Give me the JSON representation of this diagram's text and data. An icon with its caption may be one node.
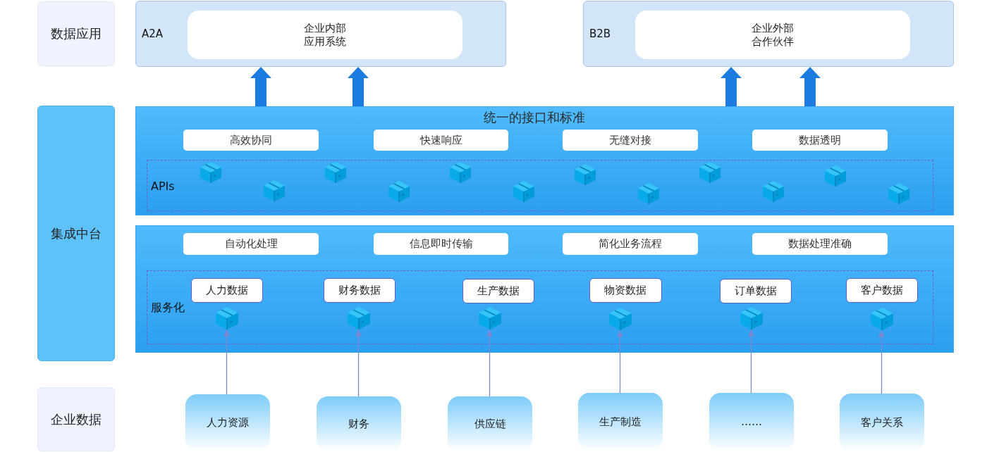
{
  "diagram": {
    "nodes": [
      {
        "text": [
          "数据应用"
        ]
      },
      {
        "text": [
          "A2A"
        ]
      },
      {
        "text": [
          "企业内部应用系统"
        ],
        "in": 1
      },
      {
        "text": [
          "B2B"
        ]
      },
      {
        "text": [
          "企业外部合作伙伴"
        ],
        "in": 3
      },
      {
        "text": [
          "集成中台"
        ]
      },
      {
        "text": [
          "统一的接口和标准"
        ]
      },
      {
        "text": [
          "高效协同"
        ],
        "in": 6
      },
      {
        "text": [
          "快速响应"
        ],
        "in": 6
      },
      {
        "text": [
          "无缝对接"
        ],
        "in": 6
      },
      {
        "text": [
          "数据透明"
        ],
        "in": 6
      },
      {
        "text": [
          "APIs"
        ],
        "in": 6
      },
      {
        "text": [],
        "shape": "box"
      },
      {
        "text": [
          "自动化处理"
        ],
        "in": 12
      },
      {
        "text": [
          "信息即时传输"
        ],
        "in": 12
      },
      {
        "text": [
          "简化业务流程"
        ],
        "in": 12
      },
      {
        "text": [
          "数据处理准确"
        ],
        "in": 12
      },
      {
        "text": [
          "服务化"
        ],
        "in": 12
      },
      {
        "text": [
          "人力数据"
        ],
        "in": 17
      },
      {
        "text": [
          "财务数据"
        ],
        "in": 17
      },
      {
        "text": [
          "生产数据"
        ],
        "in": 17
      },
      {
        "text": [
          "物资数据"
        ],
        "in": 17
      },
      {
        "text": [
          "订单数据"
        ],
        "in": 17
      },
      {
        "text": [
          "客户数据"
        ],
        "in": 17
      },
      {
        "text": [],
        "shape": "picture",
        "in": 17
      },
      {
        "text": [],
        "shape": "picture",
        "in": 17
      },
      {
        "text": [],
        "shape": "picture",
        "in": 17
      },
      {
        "text": [],
        "shape": "picture",
        "in": 17
      },
      {
        "text": [],
        "shape": "picture",
        "in": 17
      },
      {
        "text": [],
        "shape": "picture",
        "in": 17
      },
      {
        "text": [
          "企业数据"
        ]
      },
      {
        "text": [
          "人力资源"
        ]
      },
      {
        "text": [
          "财务"
        ]
      },
      {
        "text": [
          "供应链"
        ]
      },
      {
        "text": [
          "生产制造"
        ]
      },
      {
        "text": [
          "……"
        ]
      },
      {
        "text": [
          "客户关系"
        ]
      }
    ],
    "edges": [
      {
        "from": 6,
        "to": 1,
        "arrow": "to",
        "style": "thick",
        "color": "#1b7be0"
      },
      {
        "from": 6,
        "to": 1,
        "arrow": "to",
        "style": "thick",
        "color": "#1b7be0"
      },
      {
        "from": 6,
        "to": 3,
        "arrow": "to",
        "style": "thick",
        "color": "#1b7be0"
      },
      {
        "from": 6,
        "to": 3,
        "arrow": "to",
        "style": "thick",
        "color": "#1b7be0"
      },
      {
        "from": 31,
        "to": 24,
        "arrow": "to"
      },
      {
        "from": 32,
        "to": 25,
        "arrow": "to"
      },
      {
        "from": 33,
        "to": 26,
        "arrow": "to"
      },
      {
        "from": 34,
        "to": 27,
        "arrow": "to"
      },
      {
        "from": 35,
        "to": 28,
        "arrow": "to"
      },
      {
        "from": 36,
        "to": 29,
        "arrow": "to"
      }
    ]
  }
}
